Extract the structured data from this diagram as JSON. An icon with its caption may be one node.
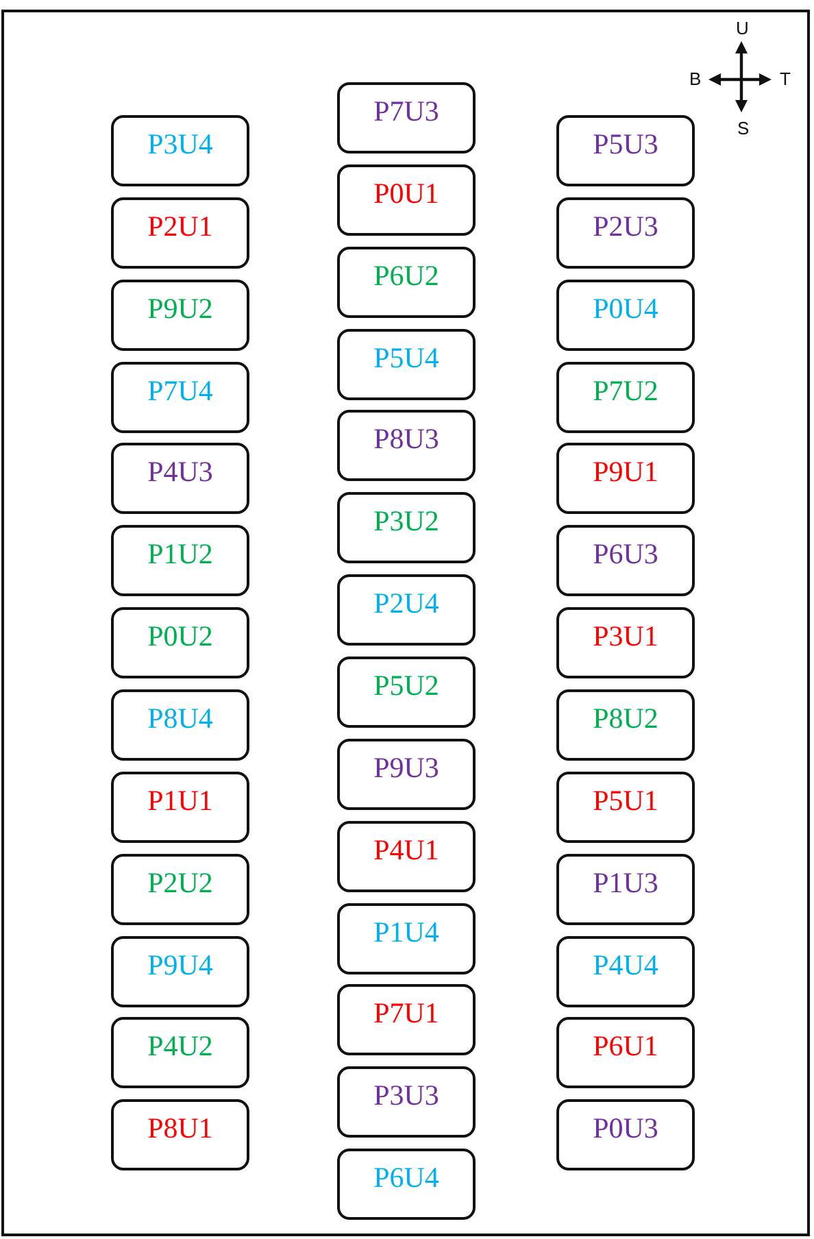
{
  "diagram": {
    "nodes": [
      {
        "text": [
          "P3U4"
        ]
      },
      {
        "text": [
          "P2U1"
        ]
      },
      {
        "text": [
          "P9U2"
        ]
      },
      {
        "text": [
          "P7U4"
        ]
      },
      {
        "text": [
          "P4U3"
        ]
      },
      {
        "text": [
          "P1U2"
        ]
      },
      {
        "text": [
          "P0U2"
        ]
      },
      {
        "text": [
          "P8U4"
        ]
      },
      {
        "text": [
          "P1U1"
        ]
      },
      {
        "text": [
          "P2U2"
        ]
      },
      {
        "text": [
          "P9U4"
        ]
      },
      {
        "text": [
          "P4U2"
        ]
      },
      {
        "text": [
          "P8U1"
        ]
      },
      {
        "text": [
          "P7U3"
        ]
      },
      {
        "text": [
          "P0U1"
        ]
      },
      {
        "text": [
          "P6U2"
        ]
      },
      {
        "text": [
          "P5U4"
        ]
      },
      {
        "text": [
          "P8U3"
        ]
      },
      {
        "text": [
          "P3U2"
        ]
      },
      {
        "text": [
          "P2U4"
        ]
      },
      {
        "text": [
          "P5U2"
        ]
      },
      {
        "text": [
          "P9U3"
        ]
      },
      {
        "text": [
          "P4U1"
        ]
      },
      {
        "text": [
          "P1U4"
        ]
      },
      {
        "text": [
          "P7U1"
        ]
      },
      {
        "text": [
          "P3U3"
        ]
      },
      {
        "text": [
          "P6U4"
        ]
      },
      {
        "text": [
          "P5U3"
        ]
      },
      {
        "text": [
          "P2U3"
        ]
      },
      {
        "text": [
          "P0U4"
        ]
      },
      {
        "text": [
          "P7U2"
        ]
      },
      {
        "text": [
          "P9U1"
        ]
      },
      {
        "text": [
          "P6U3"
        ]
      },
      {
        "text": [
          "P3U1"
        ]
      },
      {
        "text": [
          "P8U2"
        ]
      },
      {
        "text": [
          "P5U1"
        ]
      },
      {
        "text": [
          "P1U3"
        ]
      },
      {
        "text": [
          "P4U4"
        ]
      },
      {
        "text": [
          "P6U1"
        ]
      },
      {
        "text": [
          "P0U3"
        ]
      }
    ],
    "labels": [
      "U",
      "B",
      "T",
      "S"
    ]
  }
}
